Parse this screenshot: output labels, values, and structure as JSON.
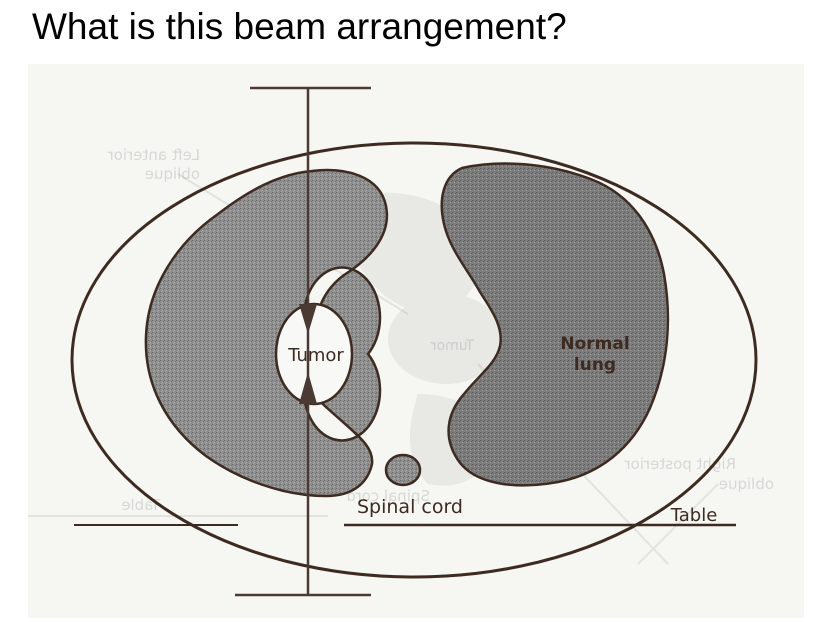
{
  "slide": {
    "title": "What is this beam arrangement?"
  },
  "figure": {
    "labels": {
      "tumor": "Tumor",
      "normal_lung_line1": "Normal",
      "normal_lung_line2": "lung",
      "spinal_cord": "Spinal cord",
      "table": "Table"
    },
    "show_through_labels": {
      "left_anterior_oblique_line1": "Left anterior",
      "left_anterior_oblique_line2": "oblique",
      "right_posterior_oblique_line1": "Right posterior",
      "right_posterior_oblique_line2": "oblique",
      "tumor": "Tumor",
      "spinal_cord": "Spinal cord",
      "table": "Table"
    },
    "colors": {
      "paper": "#f6f6f3",
      "lung_fill": "#8d8d8d",
      "outline": "#3d2b22",
      "beam": "#4a3a33"
    }
  }
}
